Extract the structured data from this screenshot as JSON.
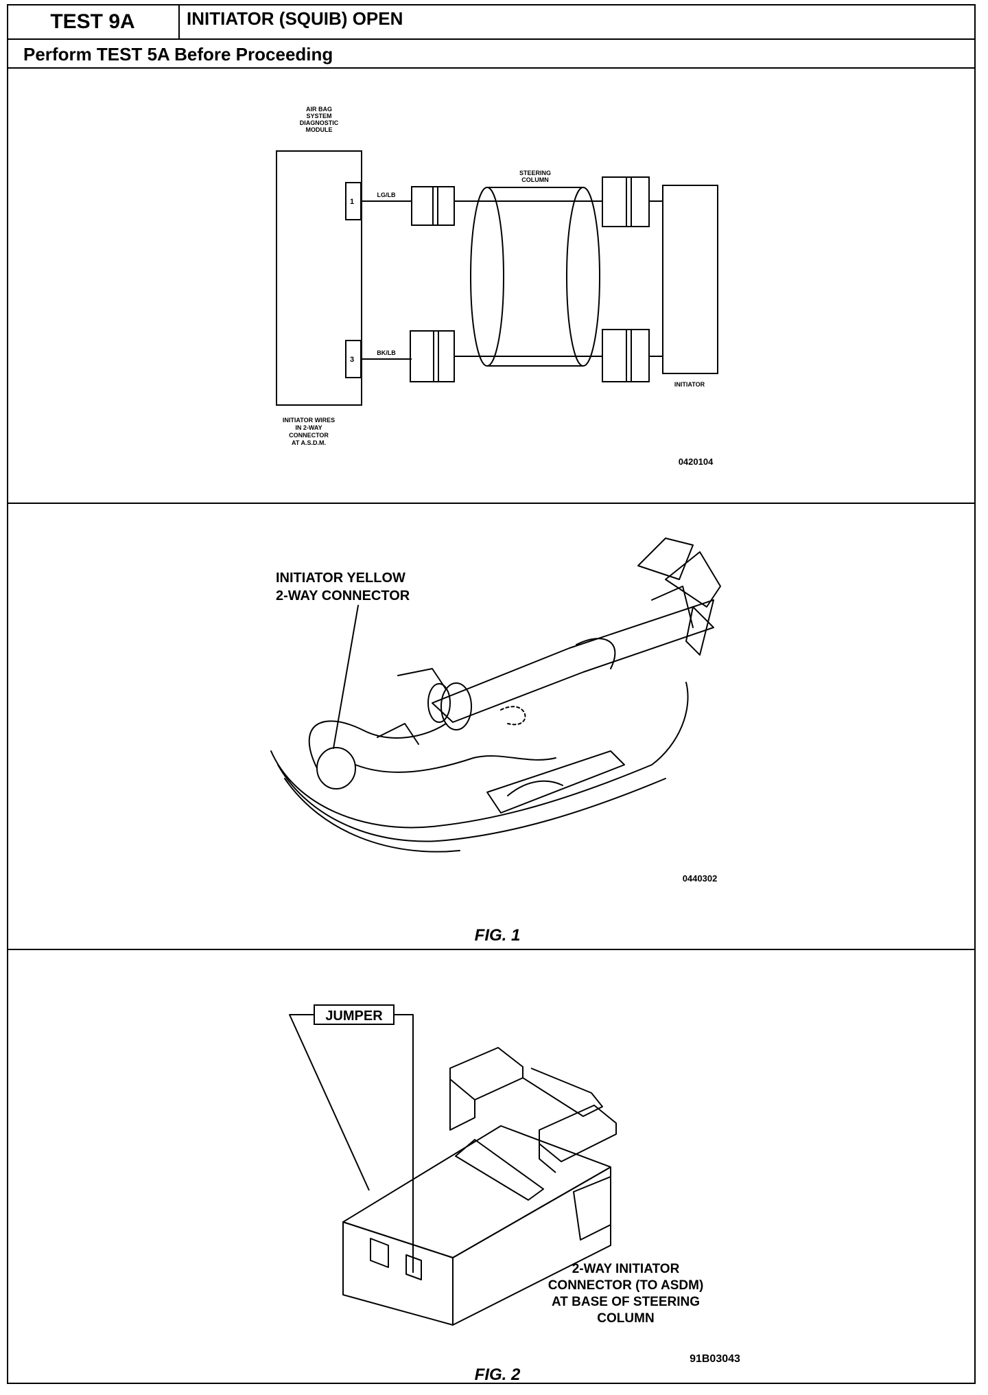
{
  "header": {
    "test_id": "TEST 9A",
    "title": "INITIATOR (SQUIB) OPEN",
    "proceed_prefix": "Perform ",
    "proceed_test": "TEST 5A",
    "proceed_suffix": " Before Proceeding"
  },
  "schematic": {
    "module_label": [
      "AIR BAG",
      "SYSTEM",
      "DIAGNOSTIC",
      "MODULE"
    ],
    "pin_top": "1",
    "pin_bottom": "3",
    "wire_top": "LG/LB",
    "wire_bottom": "BK/LB",
    "steering_label": [
      "STEERING",
      "COLUMN"
    ],
    "initiator_label": "INITIATOR",
    "connector_note": [
      "INITIATOR WIRES",
      "IN 2-WAY",
      "CONNECTOR",
      "AT A.S.D.M."
    ],
    "code": "0420104"
  },
  "figure1": {
    "callout": [
      "INITIATOR YELLOW",
      "2-WAY CONNECTOR"
    ],
    "code": "0440302",
    "caption": "FIG. 1"
  },
  "figure2": {
    "jumper_label": "JUMPER",
    "callout": [
      "2-WAY INITIATOR",
      "CONNECTOR (TO ASDM)",
      "AT BASE OF STEERING",
      "COLUMN"
    ],
    "code": "91B03043",
    "caption": "FIG. 2"
  }
}
